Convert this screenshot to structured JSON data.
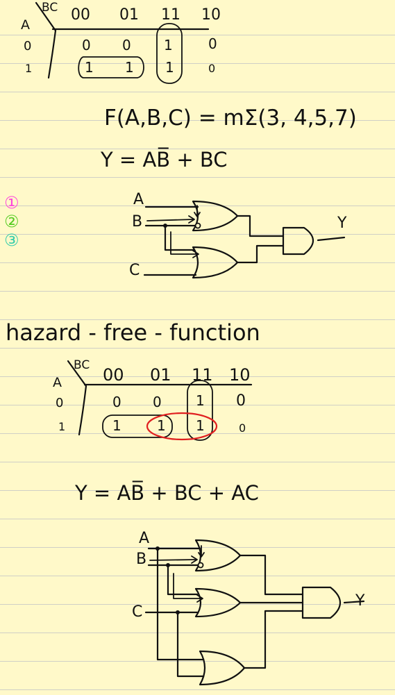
{
  "kmap1": {
    "corner_row_var": "A",
    "corner_col_var": "BC",
    "col_headers": [
      "00",
      "01",
      "11",
      "10"
    ],
    "row_headers": [
      "0",
      "1"
    ],
    "rows": [
      [
        "0",
        "0",
        "1",
        "0"
      ],
      [
        "1",
        "1",
        "1",
        "0"
      ]
    ]
  },
  "function_def": "F(A,B,C) = mΣ(3, 4,5,7)",
  "expr1": "Y = AB̅ + BC",
  "numbers": [
    "①",
    "②",
    "③"
  ],
  "circuit1": {
    "in_a": "A",
    "in_b": "B",
    "in_c": "C",
    "out": "Y"
  },
  "heading": "hazard - free - function",
  "kmap2": {
    "corner_row_var": "A",
    "corner_col_var": "BC",
    "col_headers": [
      "00",
      "01",
      "11",
      "10"
    ],
    "row_headers": [
      "0",
      "1"
    ],
    "rows": [
      [
        "0",
        "0",
        "1",
        "0"
      ],
      [
        "1",
        "1",
        "1",
        "0"
      ]
    ]
  },
  "expr2": "Y = AB̅ + BC + AC",
  "circuit2": {
    "in_a": "A",
    "in_b": "B",
    "in_c": "C",
    "out": "Y"
  },
  "colors": {
    "ink": "#111111",
    "pink": "#ff44dd",
    "green": "#55cc22",
    "teal": "#33ccaa",
    "red": "#e02020",
    "paper": "#fff9c9"
  }
}
